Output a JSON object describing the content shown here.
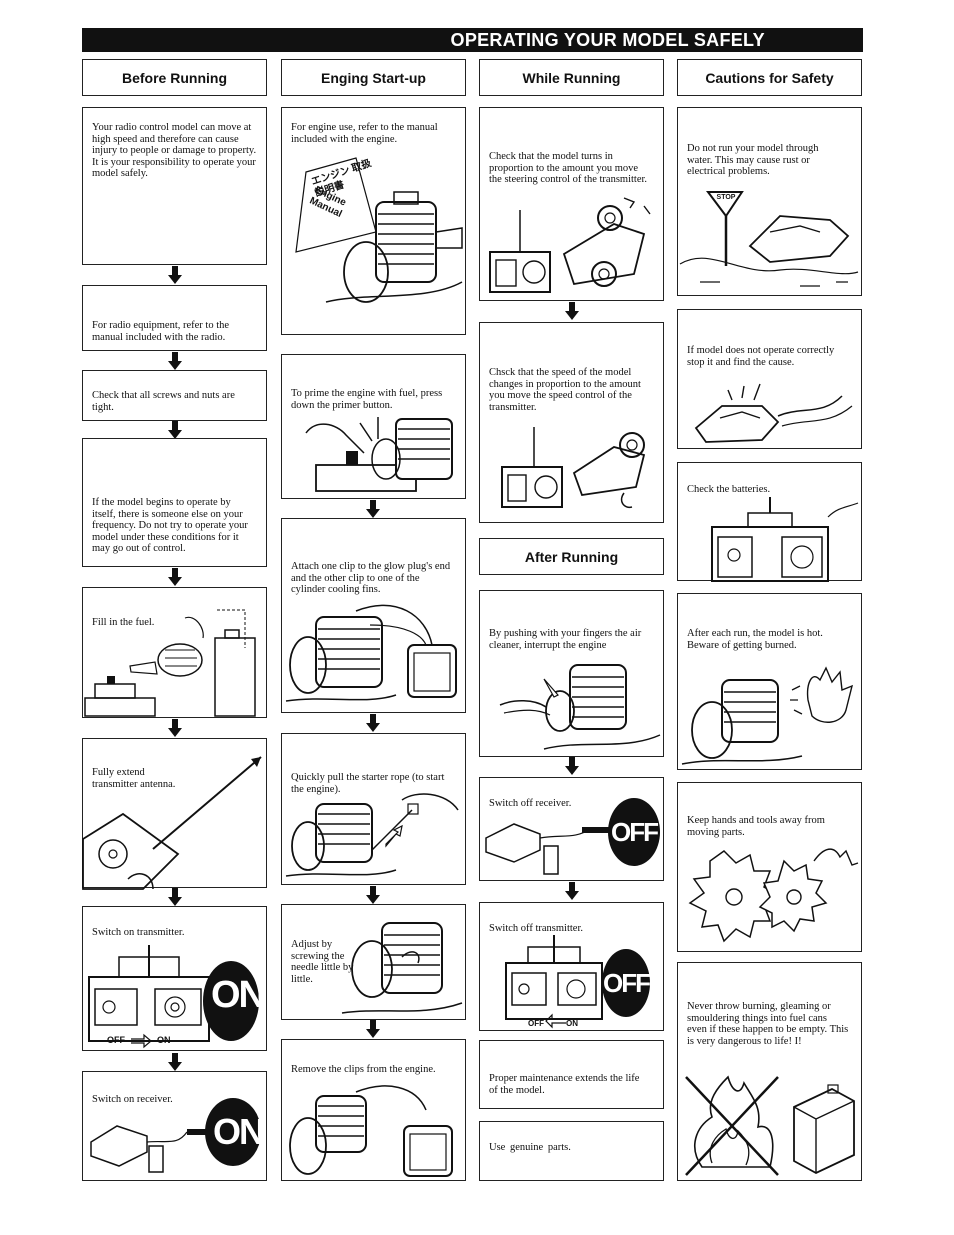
{
  "title": "OPERATING YOUR MODEL SAFELY",
  "columns": {
    "before": "Before Running",
    "engine": "Enging Start-up",
    "while": "While Running",
    "cautions": "Cautions for Safety",
    "after": "After Running"
  },
  "before": {
    "b1": "Your radio control model can move at high speed and therefore can cause injury to people or damage to property. It is your responsibility to operate your model safely.",
    "b2": "For radio equipment, refer to the manual included with the radio.",
    "b3": "Check that all screws and nuts are tight.",
    "b4": "If the model begins to operate by itself, there is someone else on your frequency. Do not try to operate your model under these conditions for it may go out of control.",
    "b5": "Fill in the fuel.",
    "b6": "Fully extend transmitter antenna.",
    "b7": "Switch on transmitter.",
    "b8": "Switch on receiver."
  },
  "engine": {
    "e1": "For engine use, refer to the manual included with the engine.",
    "e2": "To prime the engine with fuel, press down the primer button.",
    "e3": "Attach one clip to the glow plug's end and the other clip to one of the cylinder cooling fins.",
    "e4": "Quickly pull the starter rope (to start the engine).",
    "e5": "Adjust by screwing the needle little by little.",
    "e6": "Remove the clips from the engine."
  },
  "while": {
    "w1": "Check that the model turns in proportion to the amount you move the steering control of the transmitter.",
    "w2": "Chsck that the speed of the model changes in proportion to the amount you move the speed control of the transmitter."
  },
  "after": {
    "a1": "By pushing with your fingers the air cleaner, interrupt the engine",
    "a2": "Switch off receiver.",
    "a3": "Switch off transmitter.",
    "a4": "Proper maintenance extends the life of the model.",
    "a5": "Use genuine parts."
  },
  "cautions": {
    "c1": "Do not run your model through water. This may cause rust or electrical problems.",
    "c2": "If model does not operate correctly stop it and find the cause.",
    "c3": "Check the batteries.",
    "c4": "After each run, the model is hot. Beware of getting burned.",
    "c5": "Keep hands and tools away from moving parts.",
    "c6": "Never throw burning, gleaming or smouldering things into fuel cans even if these happen to be empty. This is very dangerous to life! I!"
  },
  "labels": {
    "on": "ON",
    "off": "OFF",
    "off_on": "OFF",
    "on_small": "ON",
    "stop": "STOP",
    "manual_jp": "エンジン 取扱説明書",
    "manual_en": "Engine Manual"
  },
  "icons": [
    "down-arrow-icon",
    "engine-icon",
    "transmitter-icon",
    "receiver-icon",
    "car-icon",
    "stop-sign-icon",
    "fuel-bottle-icon",
    "gear-icon",
    "fire-icon",
    "hand-icon"
  ]
}
